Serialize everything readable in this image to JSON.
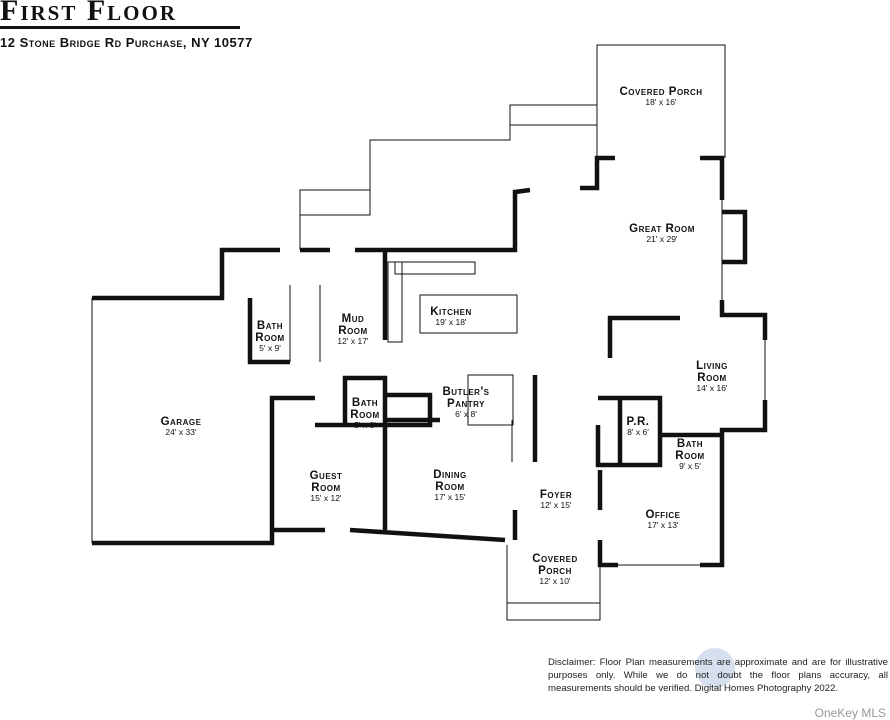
{
  "header": {
    "title": "First Floor",
    "address": "12 Stone Bridge Rd Purchase, NY 10577"
  },
  "rooms": [
    {
      "name": "Covered Porch",
      "dims": "18' x 16'"
    },
    {
      "name": "Great Room",
      "dims": "21' x 29'"
    },
    {
      "name": "Kitchen",
      "dims": "19' x 18'"
    },
    {
      "name": "Mud Room",
      "dims": "12' x 17'"
    },
    {
      "name": "Bath Room",
      "dims": "5' x 9'"
    },
    {
      "name": "Living Room",
      "dims": "14' x 16'"
    },
    {
      "name": "Garage",
      "dims": "24' x 33'"
    },
    {
      "name": "Bath Room",
      "dims": "5' x 8'"
    },
    {
      "name": "Butler's Pantry",
      "dims": "6' x 8'"
    },
    {
      "name": "P.R.",
      "dims": "8' x 6'"
    },
    {
      "name": "Bath Room",
      "dims": "9' x 5'"
    },
    {
      "name": "Guest Room",
      "dims": "15' x 12'"
    },
    {
      "name": "Dining Room",
      "dims": "17' x 15'"
    },
    {
      "name": "Foyer",
      "dims": "12' x 15'"
    },
    {
      "name": "Office",
      "dims": "17' x 13'"
    },
    {
      "name": "Covered Porch",
      "dims": "12' x 10'"
    }
  ],
  "disclaimer": "Disclaimer: Floor Plan measurements are approximate and are for illustrative purposes only. While we do not doubt the floor plans accuracy, all measurements should be verified. Digital Homes Photography 2022.",
  "watermark": "OneKey MLS"
}
